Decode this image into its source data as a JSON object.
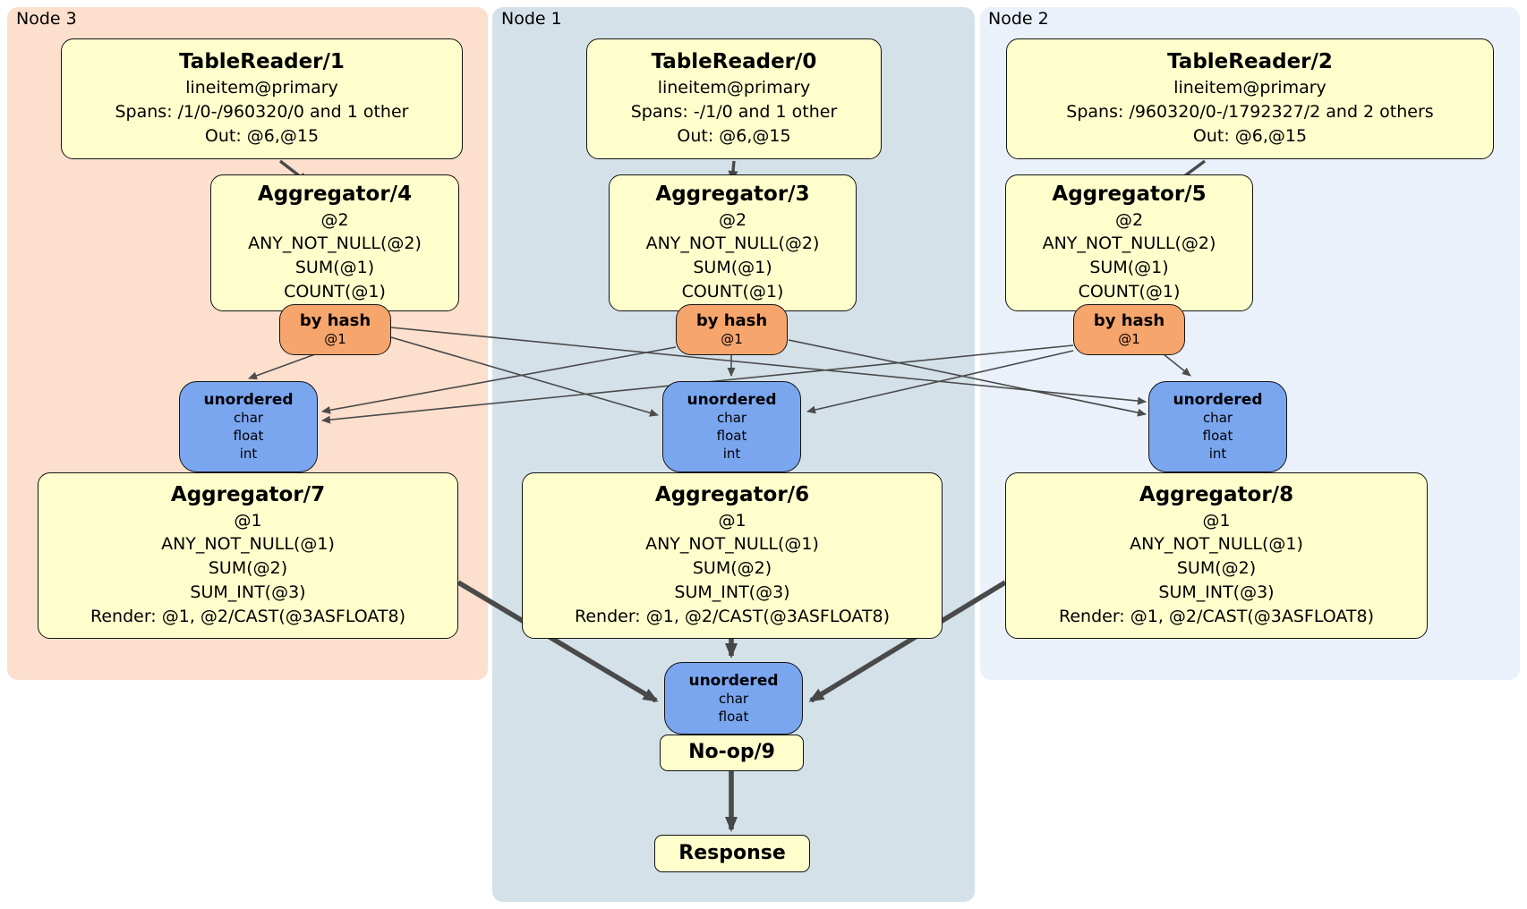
{
  "regions": {
    "node3": {
      "label": "Node 3",
      "table_reader": {
        "title": "TableReader/1",
        "lines": [
          "lineitem@primary",
          "Spans: /1/0-/960320/0 and 1 other",
          "Out: @6,@15"
        ]
      },
      "aggregator_top": {
        "title": "Aggregator/4",
        "lines": [
          "@2",
          "ANY_NOT_NULL(@2)",
          "SUM(@1)",
          "COUNT(@1)"
        ]
      },
      "router": {
        "title": "by hash",
        "lines": [
          "@1"
        ]
      },
      "sync": {
        "title": "unordered",
        "lines": [
          "char",
          "float",
          "int"
        ]
      },
      "aggregator_bottom": {
        "title": "Aggregator/7",
        "lines": [
          "@1",
          "ANY_NOT_NULL(@1)",
          "SUM(@2)",
          "SUM_INT(@3)",
          "Render: @1, @2/CAST(@3ASFLOAT8)"
        ]
      }
    },
    "node1": {
      "label": "Node 1",
      "table_reader": {
        "title": "TableReader/0",
        "lines": [
          "lineitem@primary",
          "Spans: -/1/0 and 1 other",
          "Out: @6,@15"
        ]
      },
      "aggregator_top": {
        "title": "Aggregator/3",
        "lines": [
          "@2",
          "ANY_NOT_NULL(@2)",
          "SUM(@1)",
          "COUNT(@1)"
        ]
      },
      "router": {
        "title": "by hash",
        "lines": [
          "@1"
        ]
      },
      "sync": {
        "title": "unordered",
        "lines": [
          "char",
          "float",
          "int"
        ]
      },
      "aggregator_bottom": {
        "title": "Aggregator/6",
        "lines": [
          "@1",
          "ANY_NOT_NULL(@1)",
          "SUM(@2)",
          "SUM_INT(@3)",
          "Render: @1, @2/CAST(@3ASFLOAT8)"
        ]
      }
    },
    "node2": {
      "label": "Node 2",
      "table_reader": {
        "title": "TableReader/2",
        "lines": [
          "lineitem@primary",
          "Spans: /960320/0-/1792327/2 and 2 others",
          "Out: @6,@15"
        ]
      },
      "aggregator_top": {
        "title": "Aggregator/5",
        "lines": [
          "@2",
          "ANY_NOT_NULL(@2)",
          "SUM(@1)",
          "COUNT(@1)"
        ]
      },
      "router": {
        "title": "by hash",
        "lines": [
          "@1"
        ]
      },
      "sync": {
        "title": "unordered",
        "lines": [
          "char",
          "float",
          "int"
        ]
      },
      "aggregator_bottom": {
        "title": "Aggregator/8",
        "lines": [
          "@1",
          "ANY_NOT_NULL(@1)",
          "SUM(@2)",
          "SUM_INT(@3)",
          "Render: @1, @2/CAST(@3ASFLOAT8)"
        ]
      }
    }
  },
  "final": {
    "sync": {
      "title": "unordered",
      "lines": [
        "char",
        "float"
      ]
    },
    "noop": {
      "title": "No-op/9"
    },
    "response": {
      "title": "Response"
    }
  },
  "edges": [
    {
      "id": "tr1-agg4",
      "from": "tablereader-1",
      "to": "aggregator-4",
      "weight": "medium"
    },
    {
      "id": "tr0-agg3",
      "from": "tablereader-0",
      "to": "aggregator-3",
      "weight": "medium"
    },
    {
      "id": "tr2-agg5",
      "from": "tablereader-2",
      "to": "aggregator-5",
      "weight": "medium"
    },
    {
      "id": "r4-s7",
      "from": "router-by-hash-4",
      "to": "sync-unordered-7",
      "weight": "thin"
    },
    {
      "id": "r4-s6",
      "from": "router-by-hash-4",
      "to": "sync-unordered-6",
      "weight": "thin"
    },
    {
      "id": "r4-s8",
      "from": "router-by-hash-4",
      "to": "sync-unordered-8",
      "weight": "thin"
    },
    {
      "id": "r3-s7",
      "from": "router-by-hash-3",
      "to": "sync-unordered-7",
      "weight": "thin"
    },
    {
      "id": "r3-s6",
      "from": "router-by-hash-3",
      "to": "sync-unordered-6",
      "weight": "thin"
    },
    {
      "id": "r3-s8",
      "from": "router-by-hash-3",
      "to": "sync-unordered-8",
      "weight": "thin"
    },
    {
      "id": "r5-s7",
      "from": "router-by-hash-5",
      "to": "sync-unordered-7",
      "weight": "thin"
    },
    {
      "id": "r5-s6",
      "from": "router-by-hash-5",
      "to": "sync-unordered-6",
      "weight": "thin"
    },
    {
      "id": "r5-s8",
      "from": "router-by-hash-5",
      "to": "sync-unordered-8",
      "weight": "thin"
    },
    {
      "id": "agg7-fs",
      "from": "aggregator-7",
      "to": "final-sync-unordered",
      "weight": "thick"
    },
    {
      "id": "agg6-fs",
      "from": "aggregator-6",
      "to": "final-sync-unordered",
      "weight": "thick"
    },
    {
      "id": "agg8-fs",
      "from": "aggregator-8",
      "to": "final-sync-unordered",
      "weight": "thick"
    },
    {
      "id": "noop-resp",
      "from": "noop-9",
      "to": "response",
      "weight": "thick"
    }
  ],
  "colors": {
    "region_node3": "#fcdfcd",
    "region_node1": "#d4e1e9",
    "region_node2": "#eaf1fa",
    "box_fill": "#fefecd",
    "router_fill": "#f6a56d",
    "sync_fill": "#7aa6f0",
    "edge": "#4a4a4a"
  }
}
